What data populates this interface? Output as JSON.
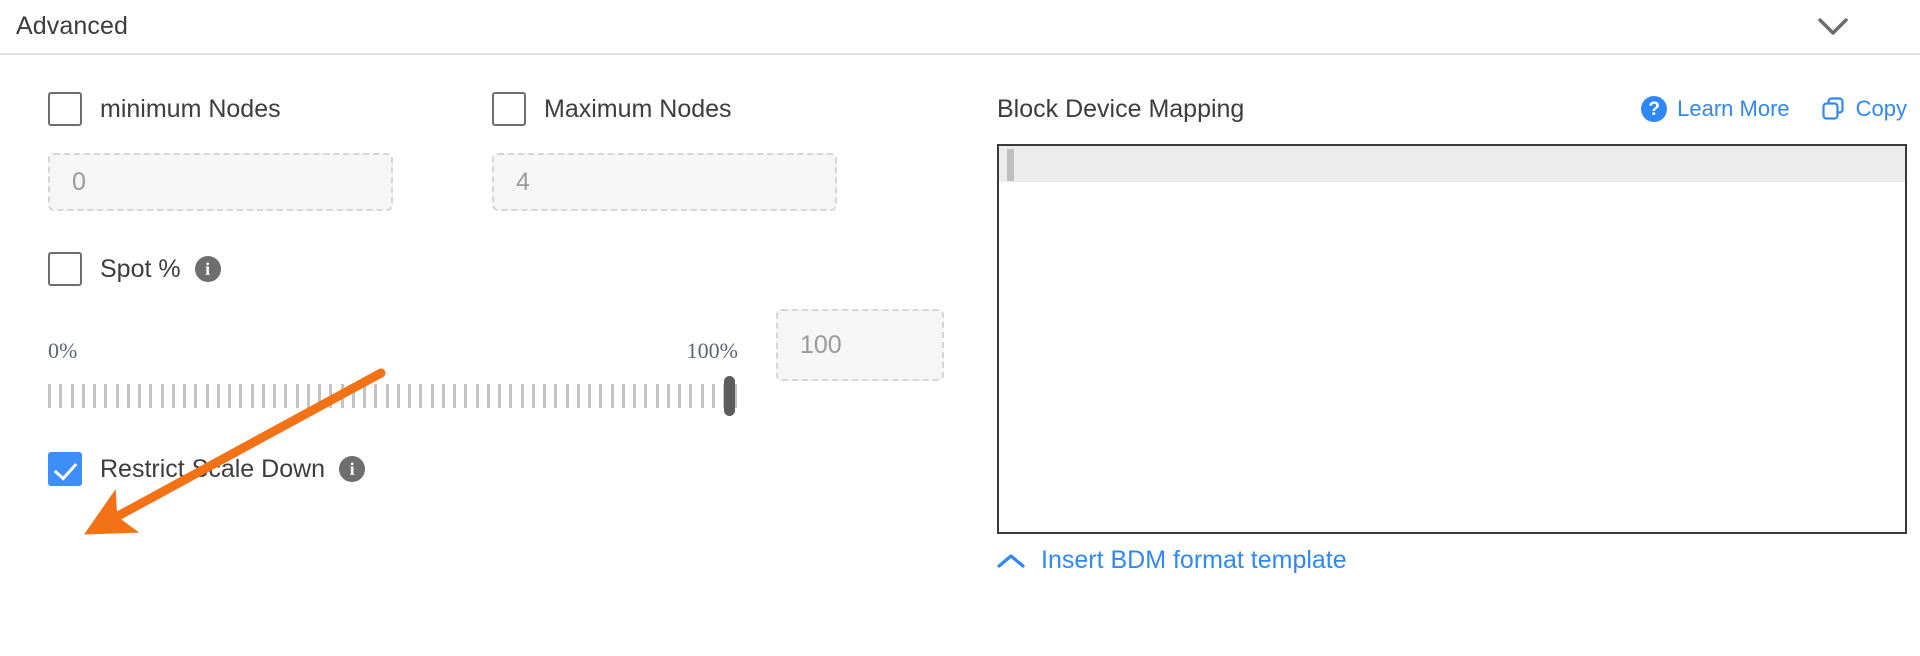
{
  "header": {
    "title": "Advanced",
    "collapse_icon": "chevron-down-icon"
  },
  "left_panel": {
    "min_nodes": {
      "label": "minimum Nodes",
      "checked": false,
      "input_placeholder": "0",
      "input_value": ""
    },
    "max_nodes": {
      "label": "Maximum Nodes",
      "checked": false,
      "input_placeholder": "4",
      "input_value": ""
    },
    "spot": {
      "label": "Spot %",
      "checked": false,
      "info_icon": "info-icon"
    },
    "slider": {
      "min_label": "0%",
      "max_label": "100%",
      "value": 100,
      "value_box_text": "100",
      "tick_count": 62
    },
    "restrict_scale_down": {
      "label": "Restrict Scale Down",
      "checked": true,
      "info_icon": "info-icon"
    }
  },
  "right_panel": {
    "title": "Block Device Mapping",
    "learn_more": {
      "label": "Learn More",
      "icon": "question-circle-icon"
    },
    "copy": {
      "label": "Copy",
      "icon": "copy-icon"
    },
    "editor": {
      "content": "",
      "active_line": 1
    },
    "insert_template": {
      "label": "Insert BDM format template",
      "icon": "chevron-up-icon"
    }
  },
  "annotation": {
    "type": "arrow",
    "color": "#f47216",
    "points_to": "restrict-scale-down-checkbox"
  },
  "colors": {
    "accent_blue": "#2f88f7",
    "checkbox_blue": "#3d8ef7",
    "annotation_orange": "#f47216",
    "text_primary": "#3d3d3d",
    "text_muted": "#9a9a9a",
    "slider_label": "#5a6478"
  }
}
